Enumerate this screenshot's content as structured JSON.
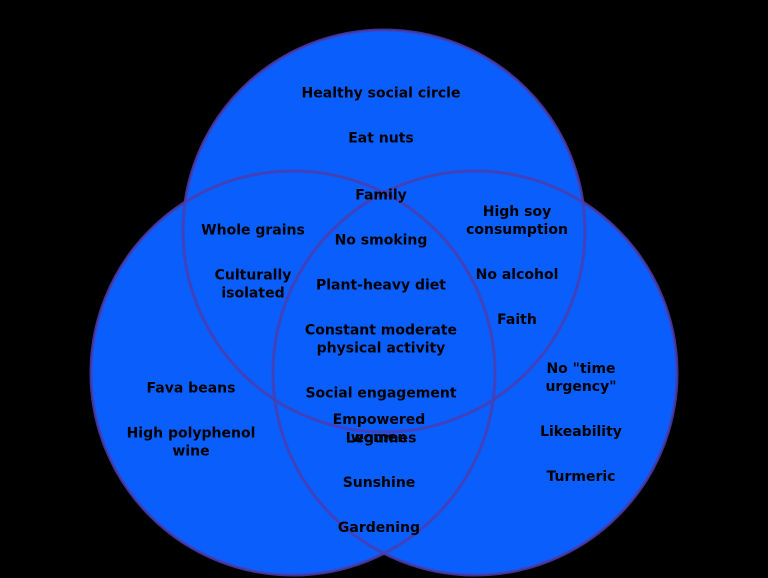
{
  "canvas": {
    "background_color": "#000000"
  },
  "venn": {
    "fill_color": "#0A5EFB",
    "stroke_color": "#4A3DB0",
    "text_color": "#000000",
    "regions": {
      "top": {
        "name": "top circle",
        "items": [
          "Healthy social circle",
          "Eat nuts"
        ]
      },
      "top_left": {
        "name": "top and left overlap",
        "items": [
          "Whole grains",
          "Culturally\nisolated"
        ]
      },
      "top_right": {
        "name": "top and right overlap",
        "items": [
          "High soy\nconsumption",
          "No alcohol",
          "Faith"
        ]
      },
      "center": {
        "name": "center overlap of all three",
        "items": [
          "Family",
          "No smoking",
          "Plant-heavy diet",
          "Constant moderate\nphysical activity",
          "Social engagement",
          "Legumes"
        ]
      },
      "left": {
        "name": "left circle",
        "items": [
          "Fava beans",
          "High polyphenol\nwine"
        ]
      },
      "right": {
        "name": "right circle",
        "items": [
          "No \"time\nurgency\"",
          "Likeability",
          "Turmeric"
        ]
      },
      "bottom": {
        "name": "left and right overlap",
        "items": [
          "Empowered\nwomen",
          "Sunshine",
          "Gardening"
        ]
      }
    }
  }
}
